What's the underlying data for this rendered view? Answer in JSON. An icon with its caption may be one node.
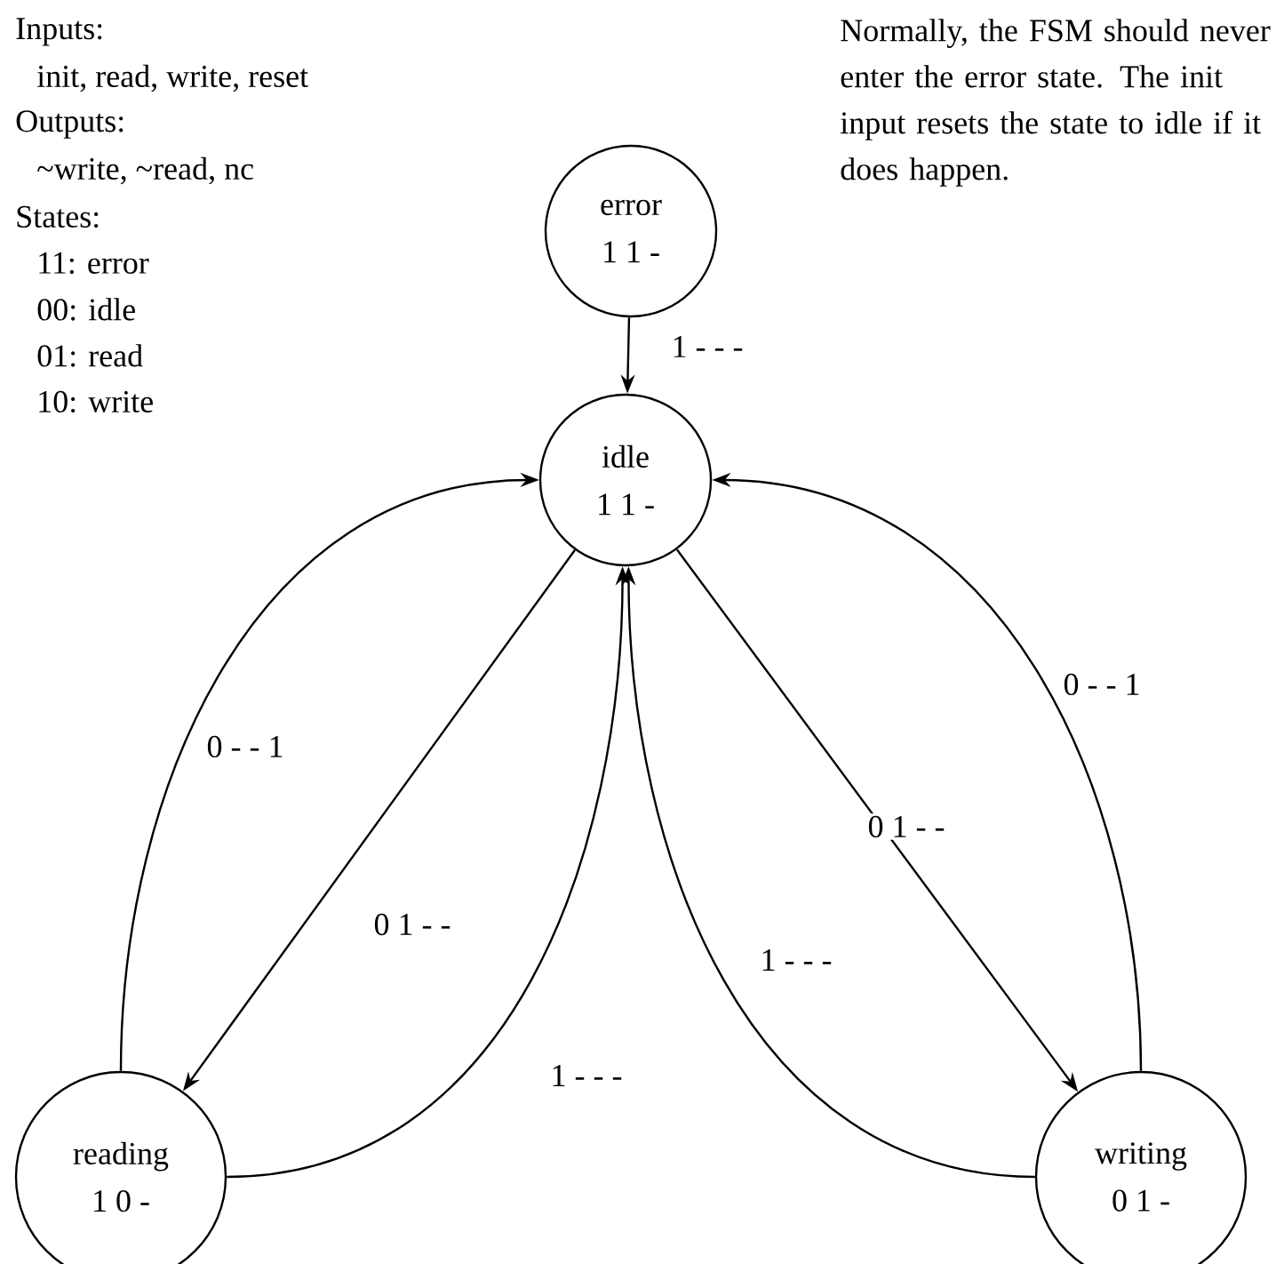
{
  "diagram": {
    "nodes": [
      {
        "text": [
          "error",
          "1 1 -"
        ]
      },
      {
        "text": [
          "idle",
          "1 1 -"
        ]
      },
      {
        "text": [
          "reading",
          "1 0 -"
        ]
      },
      {
        "text": [
          "writing",
          "0 1 -"
        ]
      }
    ],
    "edges": [
      {
        "from": 0,
        "to": 1,
        "arrow": "to",
        "label": "1 - - -"
      },
      {
        "from": 1,
        "to": 2,
        "arrow": "to",
        "label": "0 1 - -"
      },
      {
        "from": 2,
        "to": 1,
        "arrow": "to",
        "label": "0 - - 1"
      },
      {
        "from": 2,
        "to": 1,
        "arrow": "to",
        "label": "1 - - -"
      },
      {
        "from": 1,
        "to": 3,
        "arrow": "to",
        "label": "0 1 - -"
      },
      {
        "from": 3,
        "to": 1,
        "arrow": "to",
        "label": "1 - - -"
      },
      {
        "from": 3,
        "to": 1,
        "arrow": "to",
        "label": "0 - - 1"
      }
    ],
    "labels": [
      "Inputs:",
      "init, read, write, reset",
      "Outputs:",
      "~write, ~read, nc",
      "States:",
      "11: error",
      "00: idle",
      "01: read",
      "10: write",
      "Normally, the FSM should never enter the error state. The init input resets the state to idle if it does happen."
    ]
  }
}
